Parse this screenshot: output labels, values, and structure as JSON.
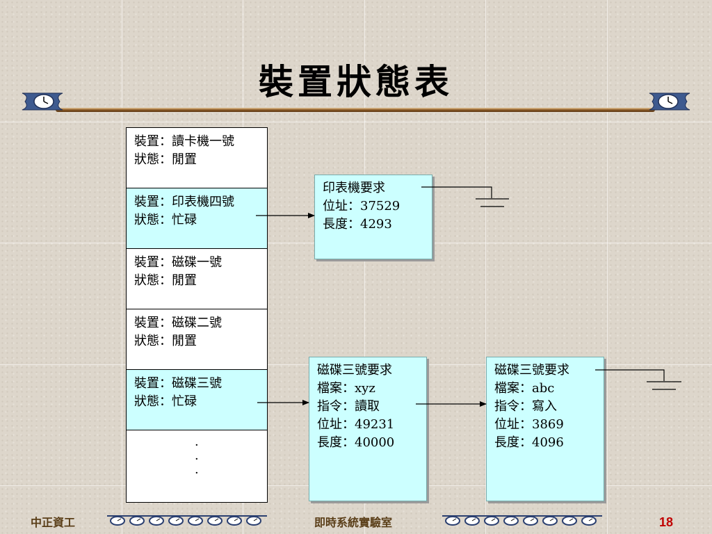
{
  "title": "裝置狀態表",
  "devices": [
    {
      "device_line": "裝置：讀卡機一號",
      "status_line": "狀態：閒置"
    },
    {
      "device_line": "裝置：印表機四號",
      "status_line": "狀態：忙碌"
    },
    {
      "device_line": "裝置：磁碟一號",
      "status_line": "狀態：閒置"
    },
    {
      "device_line": "裝置：磁碟二號",
      "status_line": "狀態：閒置"
    },
    {
      "device_line": "裝置：磁碟三號",
      "status_line": "狀態：忙碌"
    }
  ],
  "ellipsis": "·",
  "requests": {
    "printer": {
      "line1": "印表機要求",
      "line2": "位址：37529",
      "line3": "長度：4293"
    },
    "disk_a": {
      "line1": "磁碟三號要求",
      "line2": "檔案：xyz",
      "line3": "指令：讀取",
      "line4": "位址：49231",
      "line5": "長度：40000"
    },
    "disk_b": {
      "line1": "磁碟三號要求",
      "line2": "檔案：abc",
      "line3": "指令：寫入",
      "line4": "位址：3869",
      "line5": "長度：4096"
    }
  },
  "footer": {
    "left": "中正資工",
    "center": "即時系統實驗室",
    "page": "18"
  },
  "colors": {
    "busy_fill": "#ccffff",
    "footer_text": "#5a3e18",
    "page_number": "#c00000",
    "title_bar": "#8a5a25"
  }
}
